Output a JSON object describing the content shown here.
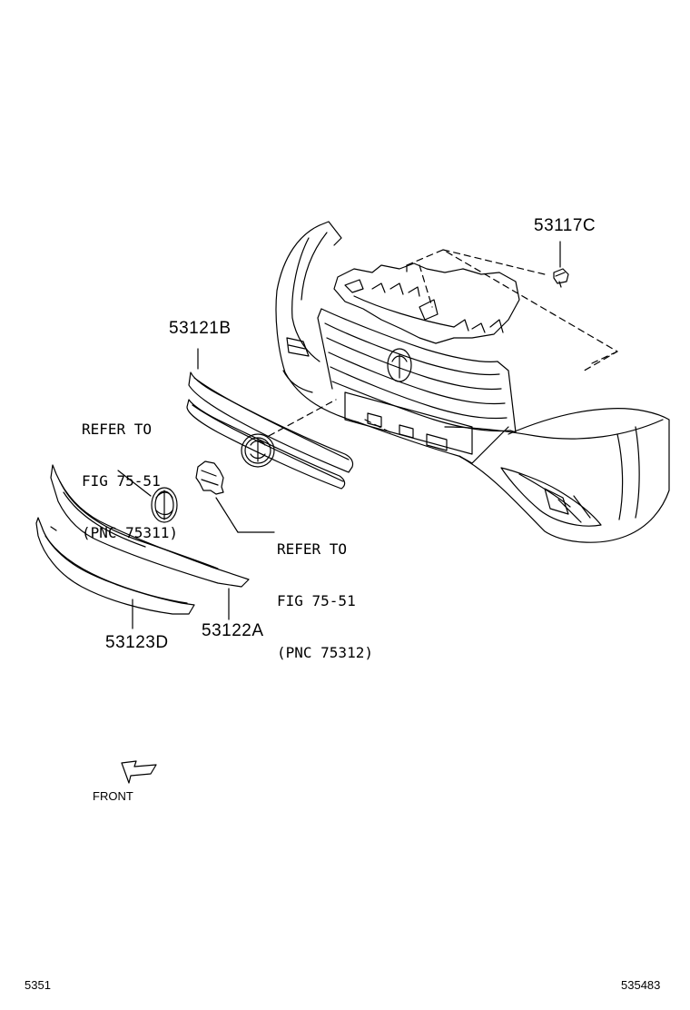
{
  "parts": {
    "p53117C": "53117C",
    "p53121B": "53121B",
    "p53122A": "53122A",
    "p53123D": "53123D"
  },
  "refs": {
    "ref_75311": {
      "line1": "REFER TO",
      "line2": "FIG 75-51",
      "line3": "(PNC 75311)"
    },
    "ref_75312": {
      "line1": "REFER TO",
      "line2": "FIG 75-51",
      "line3": "(PNC 75312)"
    }
  },
  "direction": {
    "label": "FRONT",
    "icon": "front-arrow-icon"
  },
  "footer": {
    "left_code": "5351",
    "right_code": "535483"
  }
}
